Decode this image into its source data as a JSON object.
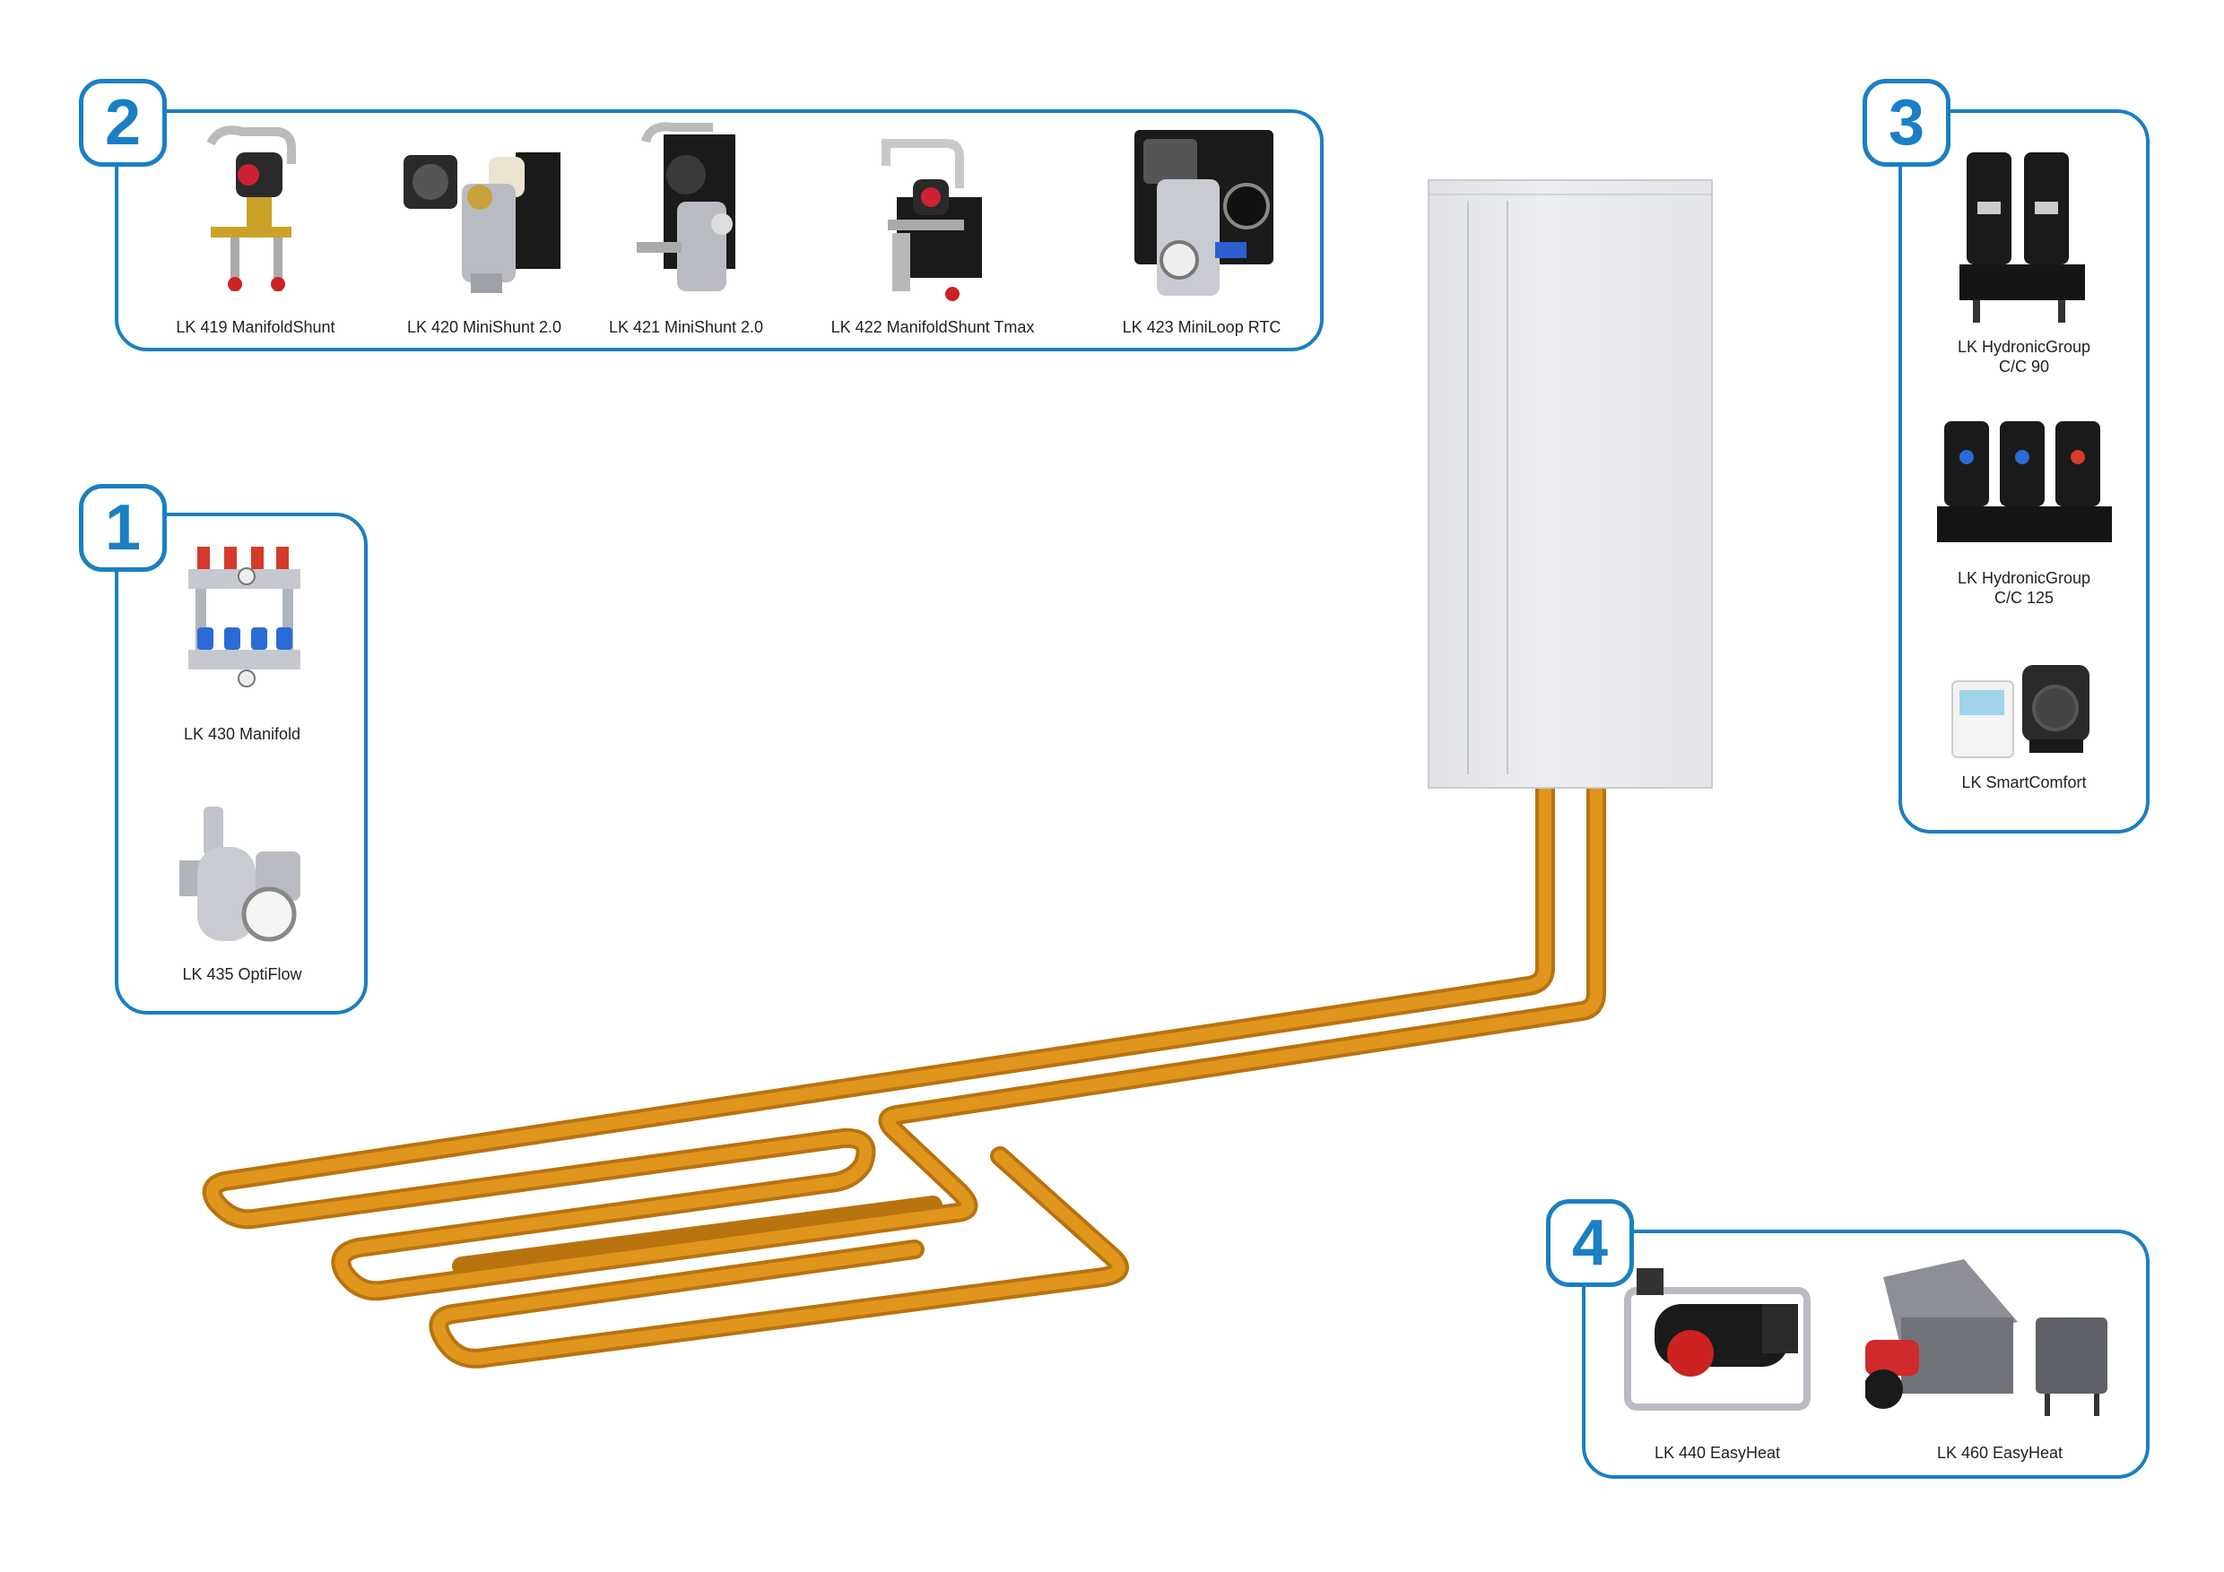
{
  "panels": [
    {
      "number": "2",
      "items": [
        {
          "label": "LK 419 ManifoldShunt",
          "icon": "manifold-shunt-icon"
        },
        {
          "label": "LK 420 MiniShunt 2.0",
          "icon": "minishunt-icon"
        },
        {
          "label": "LK 421 MiniShunt 2.0",
          "icon": "minishunt-icon"
        },
        {
          "label": "LK 422 ManifoldShunt Tmax",
          "icon": "manifold-shunt-tmax-icon"
        },
        {
          "label": "LK 423 MiniLoop RTC",
          "icon": "miniloop-icon"
        }
      ]
    },
    {
      "number": "3",
      "items": [
        {
          "label": "LK HydronicGroup",
          "label2": "C/C 90",
          "icon": "hydronic-group-icon"
        },
        {
          "label": "LK HydronicGroup",
          "label2": "C/C 125",
          "icon": "hydronic-group-icon"
        },
        {
          "label": "LK SmartComfort",
          "icon": "smartcomfort-icon"
        }
      ]
    },
    {
      "number": "1",
      "items": [
        {
          "label": "LK 430 Manifold",
          "icon": "manifold-icon"
        },
        {
          "label": "LK 435 OptiFlow",
          "icon": "optiflow-valve-icon"
        }
      ]
    },
    {
      "number": "4",
      "items": [
        {
          "label": "LK 440 EasyHeat",
          "icon": "easyheat-trolley-icon"
        },
        {
          "label": "LK 460 EasyHeat",
          "icon": "easyheat-cabinet-icon"
        }
      ]
    }
  ],
  "colors": {
    "accent": "#1a7fc4",
    "pipe": "#e0961c",
    "pipe_edge": "#b8730f",
    "cabinet": "#e8e9ec"
  }
}
